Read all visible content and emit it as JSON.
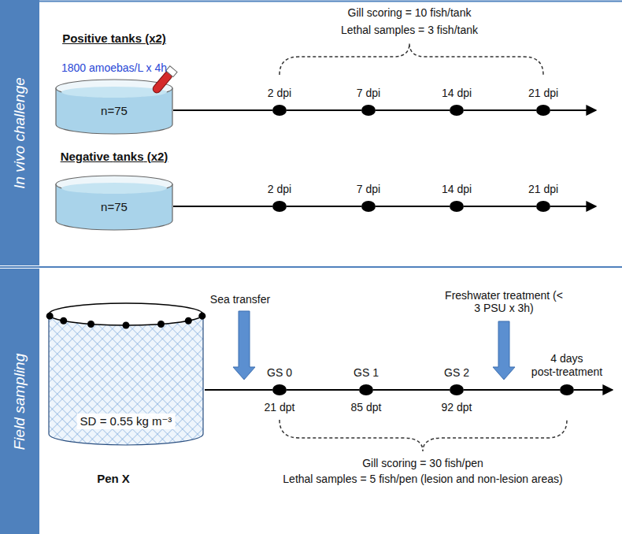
{
  "diagram": {
    "nodes": [
      {
        "text": [
          "In vivo challenge"
        ]
      },
      {
        "text": [
          "Positive tanks (x2)",
          "n=75"
        ]
      },
      {
        "text": [
          "2 dpi"
        ]
      },
      {
        "text": [
          "7 dpi"
        ]
      },
      {
        "text": [
          "14 dpi"
        ]
      },
      {
        "text": [
          "21 dpi"
        ]
      },
      {
        "text": [
          "Negative tanks (x2)",
          "n=75"
        ]
      },
      {
        "text": [
          "2 dpi"
        ]
      },
      {
        "text": [
          "7 dpi"
        ]
      },
      {
        "text": [
          "14 dpi"
        ]
      },
      {
        "text": [
          "21 dpi"
        ]
      },
      {
        "text": [
          "Field sampling"
        ]
      },
      {
        "text": [
          "SD = 0.55 kg m⁻³",
          "Pen X"
        ]
      },
      {
        "text": [
          "GS 0",
          "21 dpt"
        ]
      },
      {
        "text": [
          "GS 1",
          "85 dpt"
        ]
      },
      {
        "text": [
          "GS 2",
          "92 dpt"
        ]
      },
      {
        "text": [
          "4 days post-treatment"
        ]
      }
    ],
    "edges": [
      {
        "from": 1,
        "to": 2,
        "arrow": "none"
      },
      {
        "from": 2,
        "to": 3,
        "arrow": "none"
      },
      {
        "from": 3,
        "to": 4,
        "arrow": "none"
      },
      {
        "from": 4,
        "to": 5,
        "arrow": "none"
      },
      {
        "from": 6,
        "to": 7,
        "arrow": "none"
      },
      {
        "from": 7,
        "to": 8,
        "arrow": "none"
      },
      {
        "from": 8,
        "to": 9,
        "arrow": "none"
      },
      {
        "from": 9,
        "to": 10,
        "arrow": "none"
      },
      {
        "from": 12,
        "to": 13,
        "arrow": "none"
      },
      {
        "from": 13,
        "to": 14,
        "arrow": "none"
      },
      {
        "from": 14,
        "to": 15,
        "arrow": "none"
      },
      {
        "from": 15,
        "to": 16,
        "arrow": "none"
      }
    ],
    "labels": [
      "Gill scoring = 10 fish/tank",
      "Lethal samples = 3 fish/tank",
      "1800 amoebas/L x 4h",
      "Sea transfer",
      "Freshwater treatment (< 3 PSU x 3h)",
      "Gill scoring = 30 fish/pen",
      "Lethal samples = 5 fish/pen (lesion and non-lesion areas)"
    ]
  }
}
